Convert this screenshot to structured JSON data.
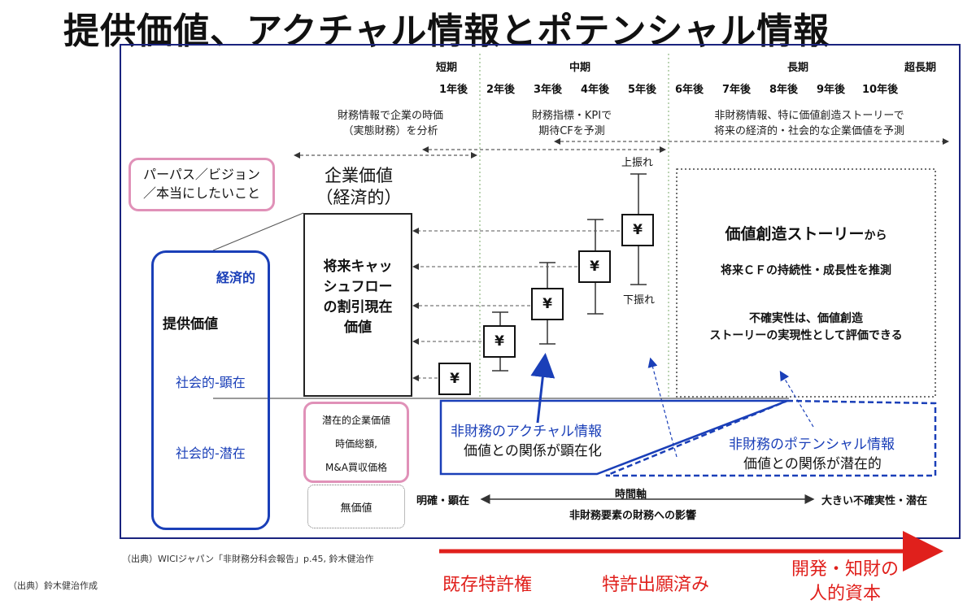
{
  "title": "提供価値、アクチャル情報とポテンシャル情報",
  "period_headers": {
    "short": "短期",
    "mid": "中期",
    "long": "長期",
    "super_long": "超長期"
  },
  "years": [
    "1年後",
    "2年後",
    "3年後",
    "4年後",
    "5年後",
    "6年後",
    "7年後",
    "8年後",
    "9年後",
    "10年後"
  ],
  "notes": {
    "financial_1": "財務情報で企業の時価",
    "financial_2": "（実態財務）を分析",
    "kpi_1": "財務指標・KPIで",
    "kpi_2": "期待CFを予測",
    "nonfin_1": "非財務情報、特に価値創造ストーリーで",
    "nonfin_2": "将来の経済的・社会的な企業価値を予測"
  },
  "purpose": {
    "line1": "パーパス／ビジョン",
    "line2": "／本当にしたいこと"
  },
  "corp_value": {
    "line1": "企業価値",
    "line2": "（経済的）"
  },
  "dcf": {
    "line1": "将来キャッ",
    "line2": "シュフロー",
    "line3": "の割引現在",
    "line4": "価値"
  },
  "left_panel": {
    "economic": "経済的",
    "provided_value": "提供価値",
    "social_visible": "社会的-顕在",
    "social_latent": "社会的-潜在"
  },
  "latent_value": {
    "line1": "潜在的企業価値",
    "line2": "時価総額,",
    "line3": "M&A買収価格"
  },
  "no_value": "無価値",
  "yen_symbol": "¥",
  "upside": "上振れ",
  "downside": "下振れ",
  "story": {
    "title_main": "価値創造ストーリー",
    "title_suffix": "から",
    "line2": "将来ＣＦの持続性・成長性を推測",
    "line3": "不確実性は、価値創造",
    "line4": "ストーリーの実現性として評価できる"
  },
  "actual": {
    "title": "非財務のアクチャル情報",
    "sub": "価値との関係が顕在化"
  },
  "potential": {
    "title": "非財務のポテンシャル情報",
    "sub": "価値との関係が潜在的"
  },
  "axis": {
    "left": "明確・顕在",
    "center": "時間軸",
    "right": "大きい不確実性・潜在",
    "bottom": "非財務要素の財務への影響"
  },
  "source1": "（出典）WICIジャパン「非財務分科会報告」p.45, 鈴木健治作",
  "source2": "（出典）鈴木健治作成",
  "bottom_labels": {
    "existing": "既存特許権",
    "applied": "特許出願済み",
    "dev_1": "開発・知財の",
    "dev_2": "人的資本"
  },
  "colors": {
    "blue": "#1a3fb8",
    "navy": "#1a237e",
    "pink": "#e091b8",
    "red": "#e0201c"
  }
}
